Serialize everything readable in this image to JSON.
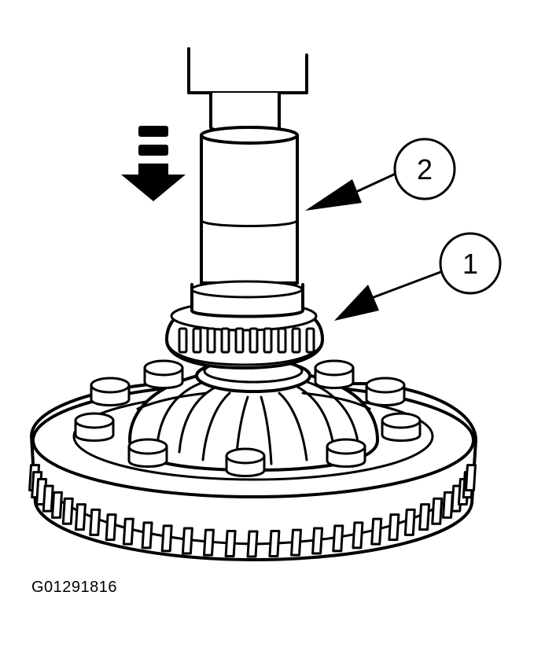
{
  "figure": {
    "id": "G01291816",
    "callouts": [
      {
        "number": "1",
        "label": ""
      },
      {
        "number": "2",
        "label": ""
      }
    ],
    "icons": [
      "press-direction-arrow-icon",
      "callout-arrow-icon"
    ],
    "colors": {
      "ink": "#000000",
      "paper": "#ffffff"
    }
  }
}
